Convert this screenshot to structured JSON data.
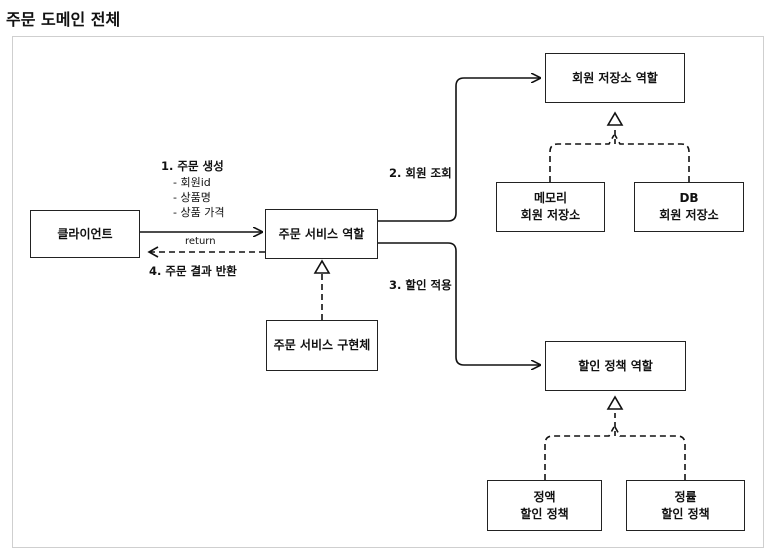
{
  "title": "주문 도메인 전체",
  "boxes": {
    "client": "클라이언트",
    "order_service_role": "주문 서비스 역할",
    "order_service_impl": "주문 서비스 구현체",
    "member_repo_role": "회원 저장소 역할",
    "memory_repo": {
      "line1": "메모리",
      "line2": "회원 저장소"
    },
    "db_repo": {
      "line1": "DB",
      "line2": "회원 저장소"
    },
    "discount_role": "할인 정책 역할",
    "fixed_discount": {
      "line1": "정액",
      "line2": "할인 정책"
    },
    "rate_discount": {
      "line1": "정률",
      "line2": "할인 정책"
    }
  },
  "labels": {
    "step1": "1. 주문 생성",
    "step1_items": [
      "- 회원id",
      "- 상품명",
      "- 상품 가격"
    ],
    "step2": "2. 회원 조회",
    "step3": "3. 할인 적용",
    "return_label": "return",
    "step4": "4. 주문 결과 반환"
  }
}
